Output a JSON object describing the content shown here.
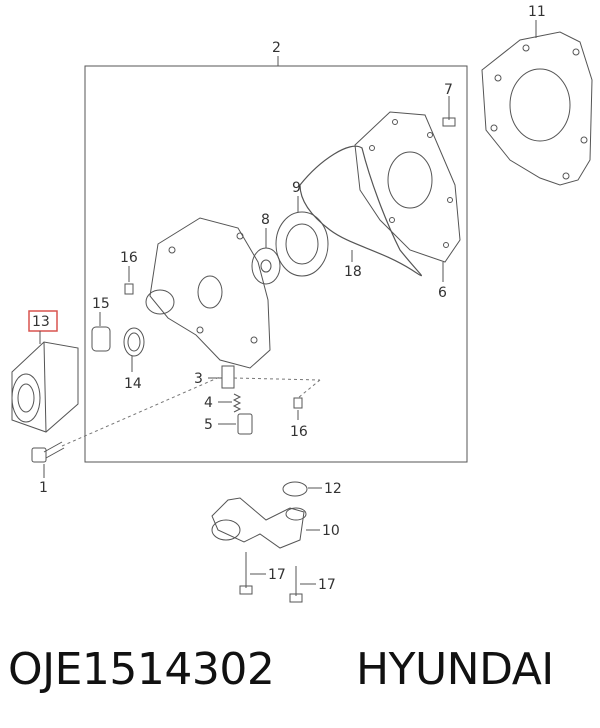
{
  "callouts": {
    "c1": "1",
    "c2": "2",
    "c3": "3",
    "c4": "4",
    "c5": "5",
    "c6": "6",
    "c7": "7",
    "c8": "8",
    "c9": "9",
    "c10": "10",
    "c11": "11",
    "c12": "12",
    "c13": "13",
    "c14": "14",
    "c15": "15",
    "c16a": "16",
    "c16b": "16",
    "c17a": "17",
    "c17b": "17",
    "c18": "18"
  },
  "footer": {
    "part_number": "OJE1514302",
    "brand": "HYUNDAI"
  },
  "colors": {
    "line": "#555555",
    "highlight_box": "#d9534f"
  }
}
